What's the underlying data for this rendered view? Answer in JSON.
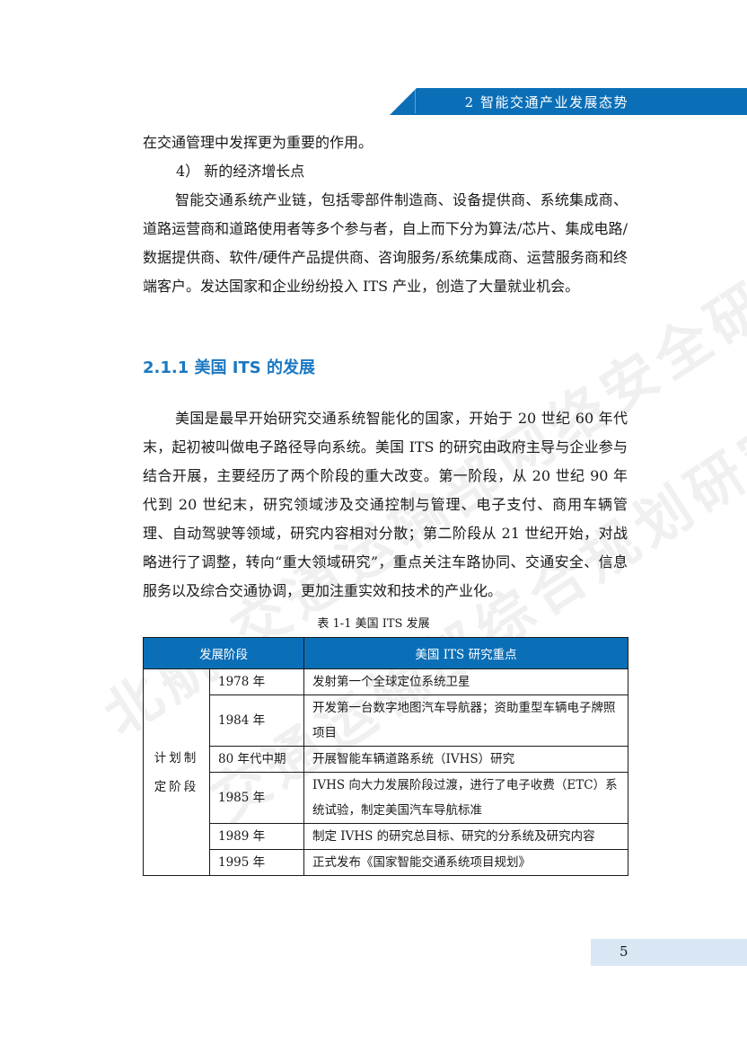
{
  "header": {
    "title": "2 智能交通产业发展态势"
  },
  "watermark": {
    "line1": "北航  交通运输部网络安全研究院",
    "line2": "交通运输部综合规划研究院 北京"
  },
  "content": {
    "para0": "在交通管理中发挥更为重要的作用。",
    "item4": "4）  新的经济增长点",
    "para1": "智能交通系统产业链，包括零部件制造商、设备提供商、系统集成商、道路运营商和道路使用者等多个参与者，自上而下分为算法/芯片、集成电路/数据提供商、软件/硬件产品提供商、咨询服务/系统集成商、运营服务商和终端客户。发达国家和企业纷纷投入 ITS 产业，创造了大量就业机会。",
    "section_heading": "2.1.1 美国 ITS 的发展",
    "para2": "美国是最早开始研究交通系统智能化的国家，开始于 20 世纪 60 年代末，起初被叫做电子路径导向系统。美国 ITS 的研究由政府主导与企业参与结合开展，主要经历了两个阶段的重大改变。第一阶段，从 20 世纪 90 年代到 20 世纪末，研究领域涉及交通控制与管理、电子支付、商用车辆管理、自动驾驶等领域，研究内容相对分散；第二阶段从 21 世纪开始，对战略进行了调整，转向“重大领域研究”，重点关注车路协同、交通安全、信息服务以及综合交通协调，更加注重实效和技术的产业化。"
  },
  "table": {
    "caption": "表 1-1  美国 ITS 发展",
    "header_stage": "发展阶段",
    "header_focus": "美国 ITS 研究重点",
    "stage_label": "计划制定阶段",
    "rows": [
      {
        "year": "1978 年",
        "focus": "发射第一个全球定位系统卫星"
      },
      {
        "year": "1984 年",
        "focus": "开发第一台数字地图汽车导航器；资助重型车辆电子牌照项目"
      },
      {
        "year": "80 年代中期",
        "focus": "开展智能车辆道路系统（IVHS）研究"
      },
      {
        "year": "1985 年",
        "focus": "IVHS 向大力发展阶段过渡，进行了电子收费（ETC）系统试验，制定美国汽车导航标准"
      },
      {
        "year": "1989 年",
        "focus": "制定 IVHS 的研究总目标、研究的分系统及研究内容"
      },
      {
        "year": "1995 年",
        "focus": "正式发布《国家智能交通系统项目规划》"
      }
    ]
  },
  "footer": {
    "page_number": "5"
  },
  "colors": {
    "accent": "#0b6fb8",
    "heading": "#1a78c2",
    "footer_band": "#d9e7f5"
  }
}
